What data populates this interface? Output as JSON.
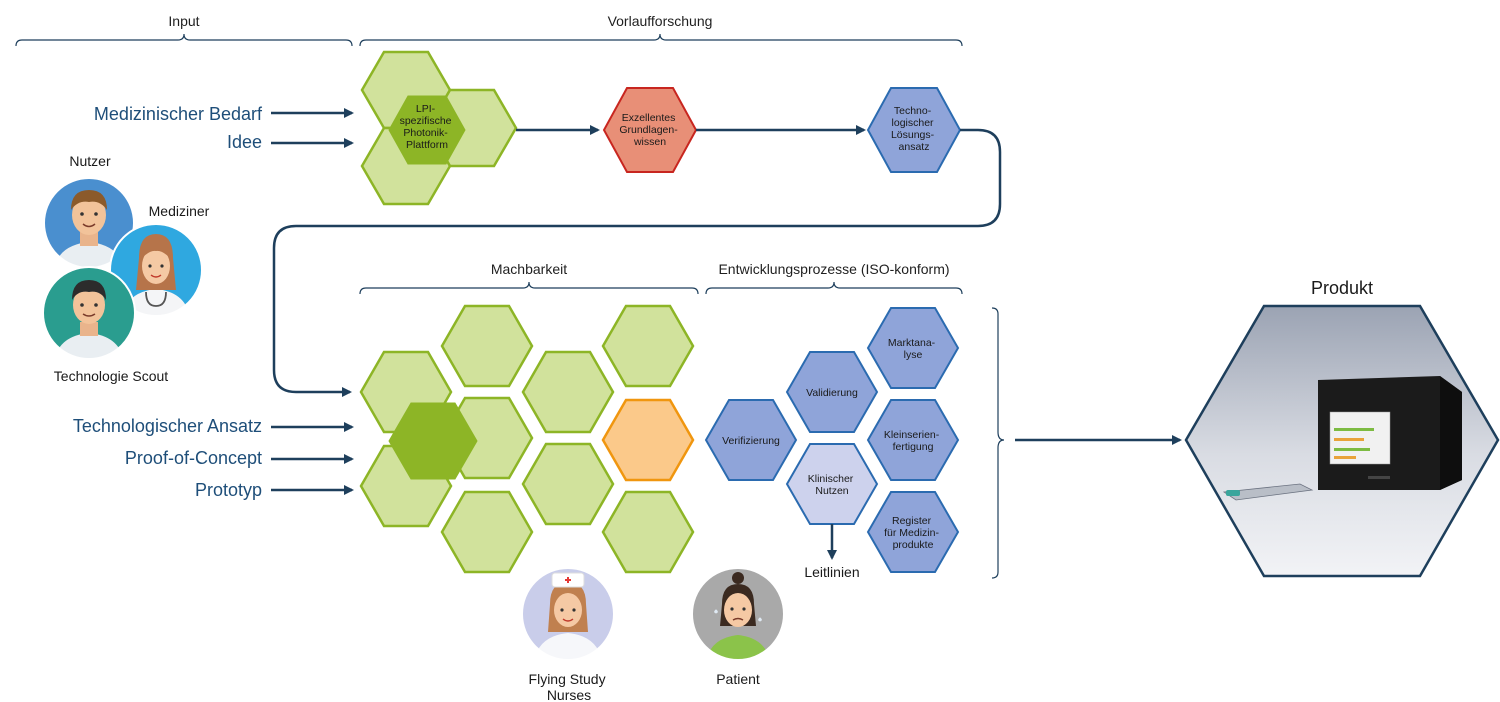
{
  "sections": {
    "input": "Input",
    "vorlaufforschung": "Vorlaufforschung",
    "machbarkeit": "Machbarkeit",
    "entwicklung": "Entwicklungsprozesse (ISO-konform)",
    "produkt": "Produkt"
  },
  "top_inputs": [
    "Medizinischer Bedarf",
    "Idee"
  ],
  "bottom_inputs": [
    "Technologischer Ansatz",
    "Proof-of-Concept",
    "Prototyp"
  ],
  "hex_labels": {
    "platform": [
      "LPI-",
      "spezifische",
      "Photonik-",
      "Plattform"
    ],
    "grundlagen": [
      "Exzellentes",
      "Grundlagen-",
      "wissen"
    ],
    "loesung": [
      "Techno-",
      "logischer",
      "Lösungs-",
      "ansatz"
    ],
    "marktanalyse": [
      "Marktana-",
      "lyse"
    ],
    "validierung": [
      "Validierung"
    ],
    "verifizierung": [
      "Verifizierung"
    ],
    "kleinserien": [
      "Kleinserien-",
      "fertigung"
    ],
    "klinisch": [
      "Klinischer",
      "Nutzen"
    ],
    "register": [
      "Register",
      "für Medizin-",
      "produkte"
    ]
  },
  "leitlinien": "Leitlinien",
  "people": {
    "nutzer": "Nutzer",
    "mediziner": "Mediziner",
    "scout": "Technologie Scout",
    "nurses": [
      "Flying Study",
      "Nurses"
    ],
    "patient": "Patient"
  },
  "colors": {
    "navy": "#1e4e79",
    "light_green": "#d1e29c",
    "green_stroke": "#8db526",
    "dark_green": "#8db526",
    "red": "#e88f77",
    "red_stroke": "#c8261f",
    "blue": "#8fa4d9",
    "blue_stroke": "#2b6bb0",
    "lavender": "#cdd2ed",
    "orange": "#fbc98a",
    "orange_stroke": "#f0960f"
  }
}
